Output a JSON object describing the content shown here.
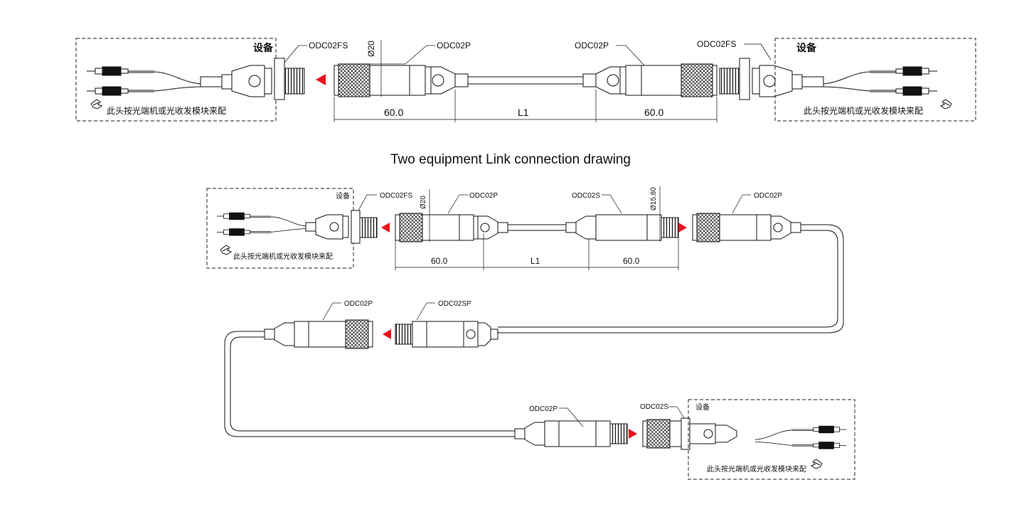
{
  "caption": "Two equipment Link connection drawing",
  "labels": {
    "odc02fs": "ODC02FS",
    "odc02p": "ODC02P",
    "odc02s": "ODC02S",
    "odc02sp": "ODC02SP",
    "equipment": "设备",
    "module_note": "此头按光端机或光收发模块来配",
    "dia20": "Ø20",
    "dia15": "Ø15.80"
  },
  "dimensions": {
    "d60": "60.0",
    "l1": "L1"
  },
  "colors": {
    "arrow": "#e8141b",
    "line": "#111111"
  },
  "icons": [
    "hand-pointer-icon",
    "red-arrow-icon"
  ]
}
